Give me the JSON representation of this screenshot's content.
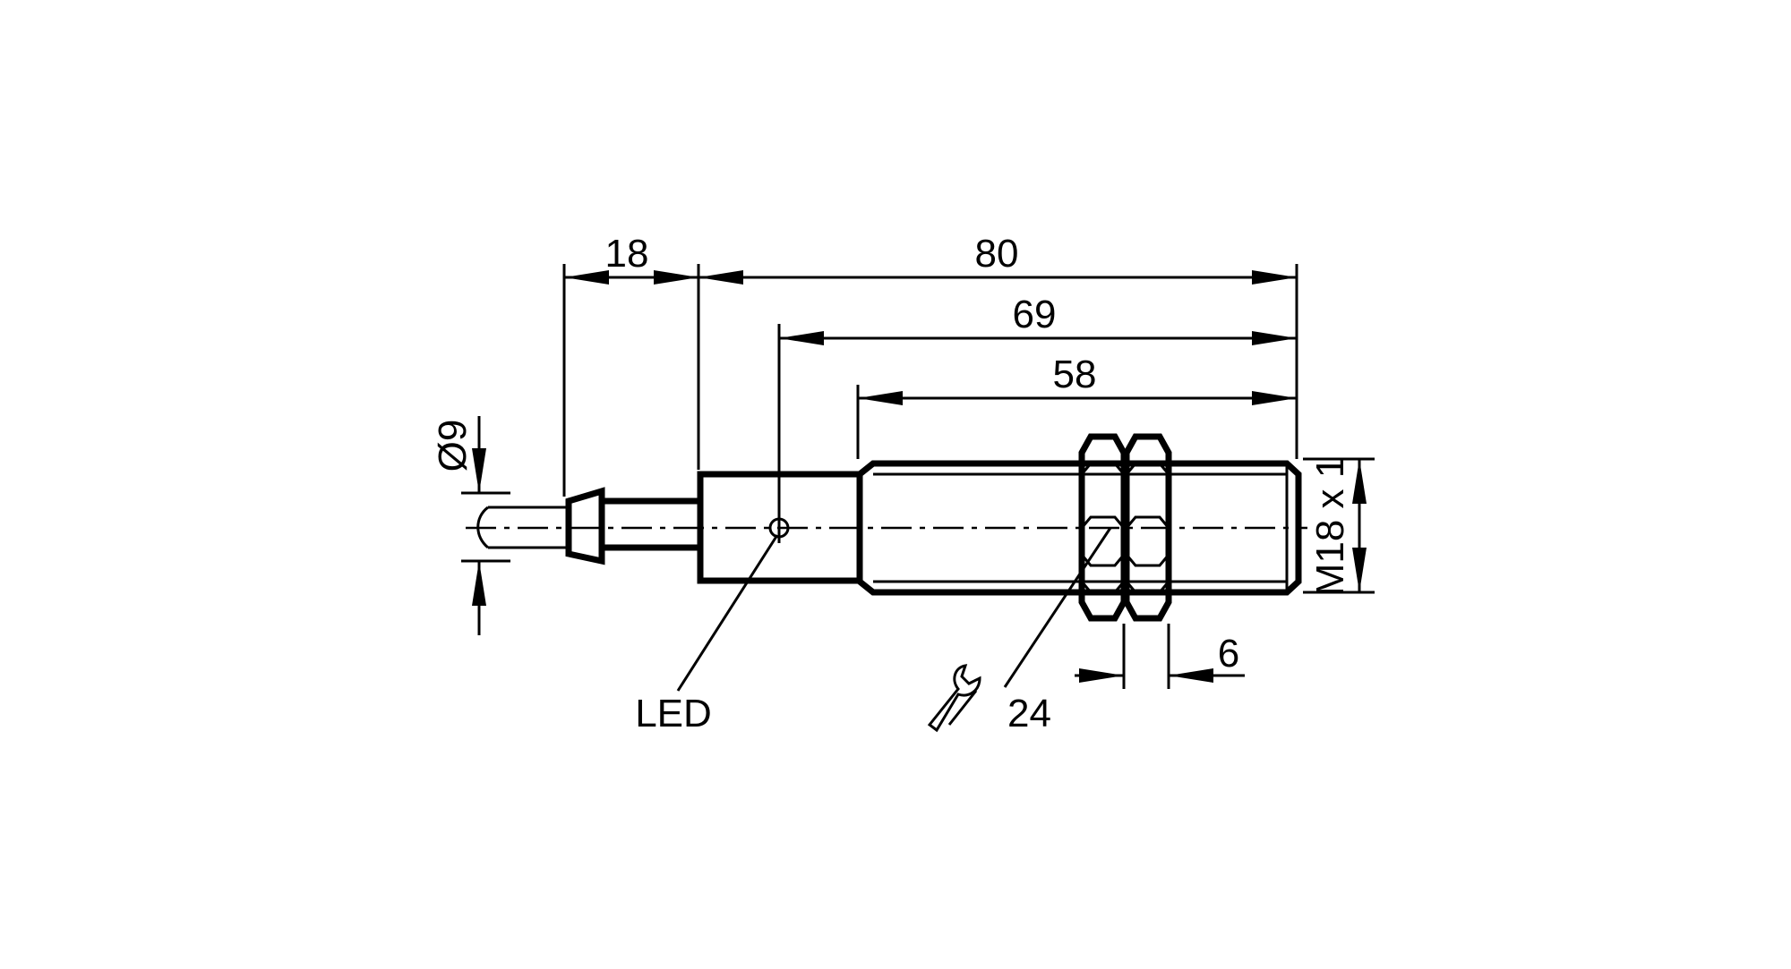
{
  "dimensions": {
    "cable_gland_length": "18",
    "overall_length": "80",
    "led_to_face": "69",
    "thread_length": "58",
    "cable_diameter": "Ø9",
    "thread": "M18 x 1",
    "nut_thickness": "6",
    "wrench_size": "24"
  },
  "labels": {
    "led": "LED"
  },
  "icons": {
    "wrench": "wrench-icon"
  },
  "colors": {
    "line": "#000000",
    "background": "#ffffff"
  }
}
